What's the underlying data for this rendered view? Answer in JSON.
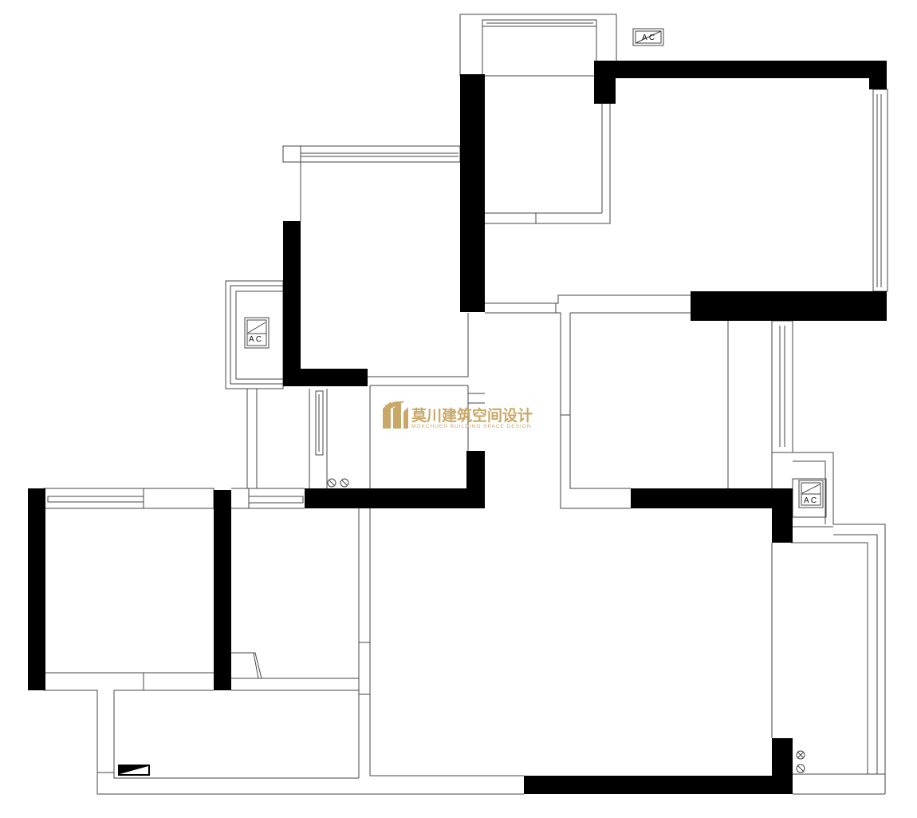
{
  "watermark": {
    "name_cn": "莫川建筑空间设计",
    "name_en": "MOKCHUEN BUILDING SPACE DESIGN",
    "color": "#c9a867"
  },
  "ac_units": [
    {
      "id": "ac-top",
      "label": "A C"
    },
    {
      "id": "ac-left",
      "label": "A C"
    },
    {
      "id": "ac-right",
      "label": "A C"
    }
  ],
  "colors": {
    "wall": "#000000",
    "line": "#444444",
    "background": "#ffffff"
  }
}
